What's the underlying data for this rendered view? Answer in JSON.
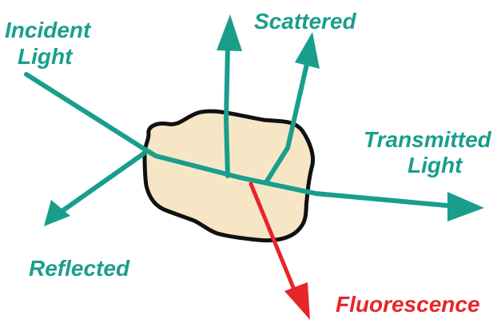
{
  "labels": {
    "incident_line1": "Incident",
    "incident_line2": "Light",
    "scattered": "Scattered",
    "transmitted_line1": "Transmitted",
    "transmitted_line2": "Light",
    "reflected": "Reflected",
    "fluorescence": "Fluorescence"
  },
  "colors": {
    "light": "#1a9e8c",
    "fluorescence": "#e6262a",
    "particle_fill": "#f7e6c6",
    "particle_outline": "#111111"
  }
}
